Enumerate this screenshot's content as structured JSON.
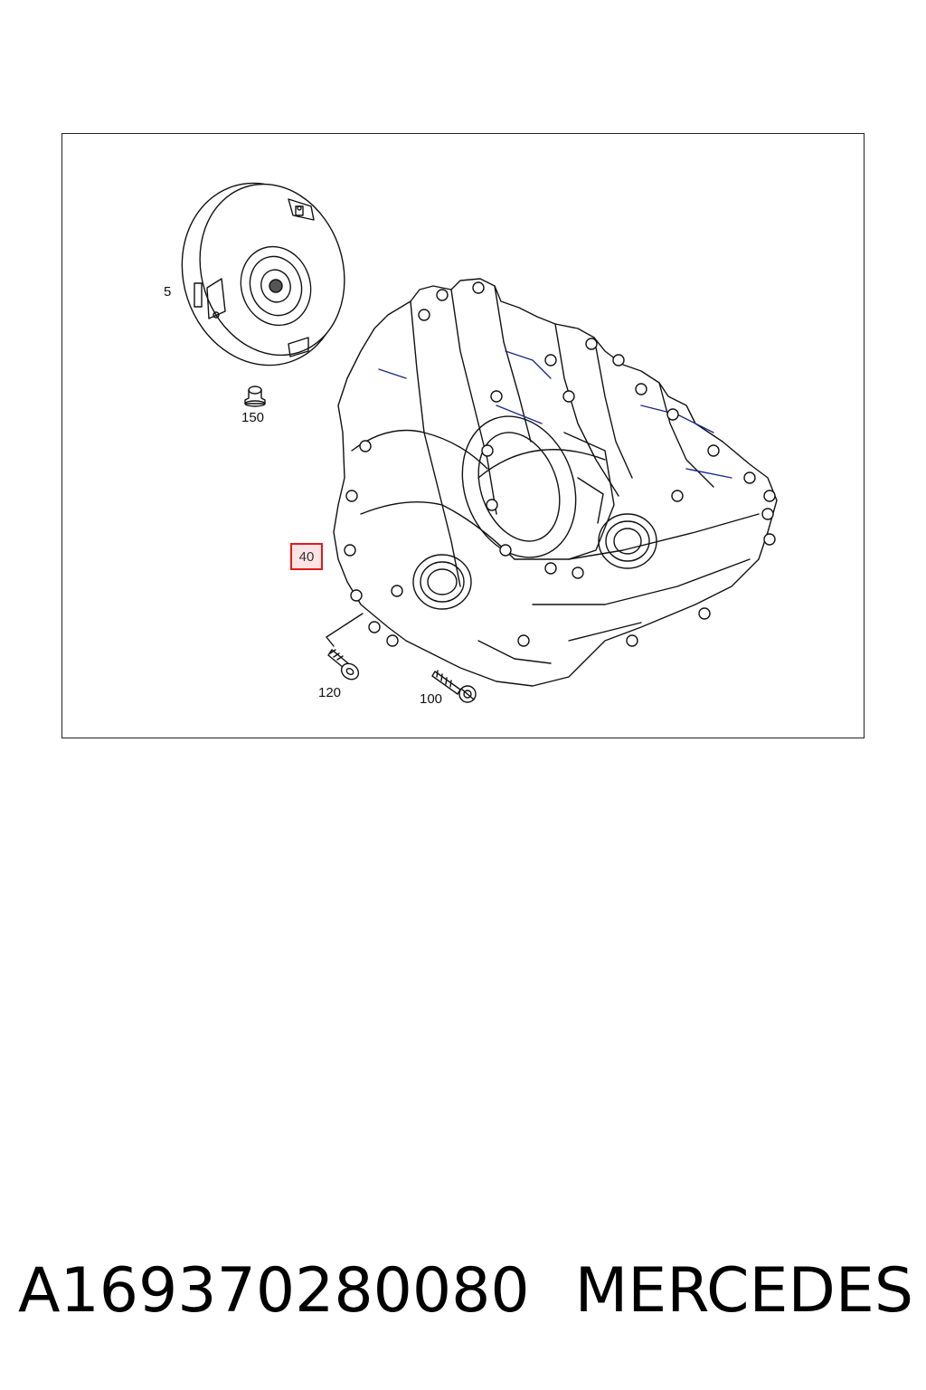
{
  "callouts": {
    "torque_converter": "5",
    "plug": "150",
    "housing": "40",
    "bolt_a": "120",
    "bolt_b": "100"
  },
  "footer": {
    "part_number": "A169370280080",
    "brand": "MERCEDES"
  },
  "colors": {
    "line": "#111111",
    "accent_line": "#1a2a8a",
    "highlight_border": "#e21a1a",
    "highlight_fill": "#fde4e4"
  }
}
